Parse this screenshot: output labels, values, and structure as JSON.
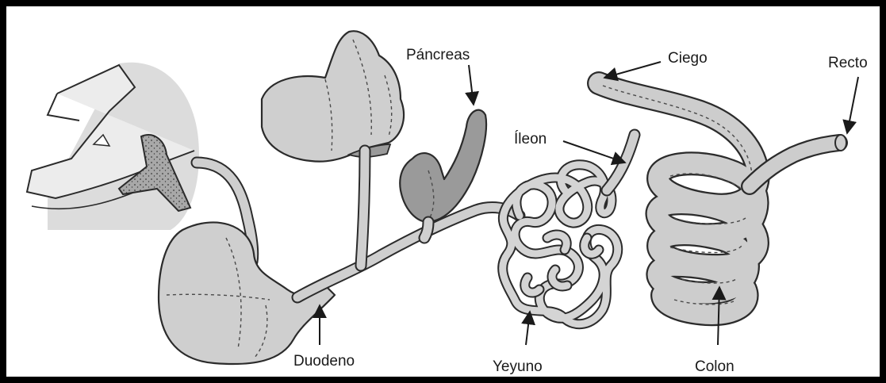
{
  "labels": {
    "pancreas": "Páncreas",
    "ciego": "Ciego",
    "recto": "Recto",
    "ileon": "Íleon",
    "duodeno": "Duodeno",
    "yeyuno": "Yeyuno",
    "colon": "Colon"
  },
  "colors": {
    "organ_fill": "#cfcfcf",
    "pancreas_fill": "#9a9a9a",
    "outline": "#2b2b2b",
    "head_shadow": "#dcdcdc",
    "frame": "#000000"
  }
}
